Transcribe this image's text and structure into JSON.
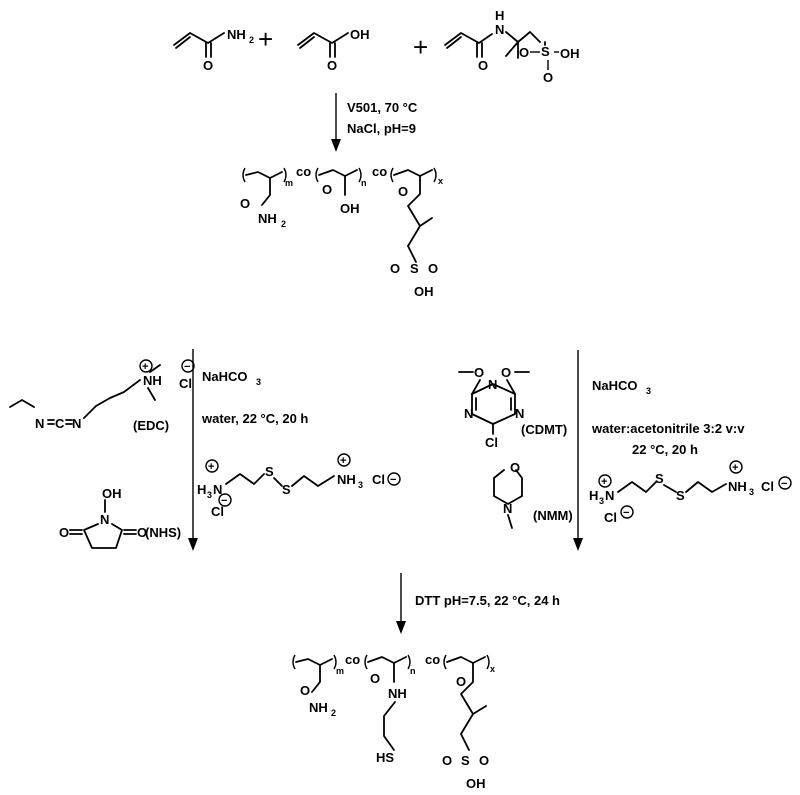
{
  "atoms": {
    "nh2": "NH",
    "nh2_sub": "2",
    "o": "O",
    "oh": "OH",
    "h": "H",
    "n": "N",
    "s": "S",
    "sh": "HS",
    "nh": "NH",
    "cl": "Cl",
    "c": "C",
    "h3n": "H",
    "h3n_sub": "3",
    "h3n_n": "N",
    "nh3": "NH",
    "nh3_sub": "3"
  },
  "symbols": {
    "plus": "+",
    "plus_charge": "+",
    "minus_charge": "−"
  },
  "polymer": {
    "m": "m",
    "n": "n",
    "x": "x",
    "co": "co"
  },
  "steps": {
    "polymerization_initiator": "V501, 70 °C",
    "polymerization_conditions": "NaCl, pH=9",
    "left_base": "NaHCO",
    "left_base_sub": "3",
    "left_conditions": "water, 22 °C, 20 h",
    "right_base": "NaHCO",
    "right_base_sub": "3",
    "right_solvent": "water:acetonitrile  3:2 v:v",
    "right_conditions": "22 °C, 20 h",
    "reduction": "DTT pH=7.5, 22 °C, 24 h"
  },
  "reagents": {
    "edc": "(EDC)",
    "nhs": "(NHS)",
    "cdmt": "(CDMT)",
    "nmm": "(NMM)"
  }
}
